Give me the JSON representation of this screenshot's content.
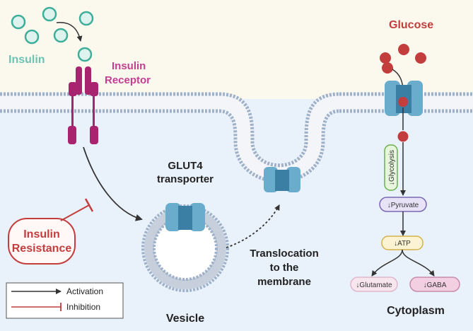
{
  "labels": {
    "insulin": "Insulin",
    "receptor_line1": "Insulin",
    "receptor_line2": "Receptor",
    "glucose": "Glucose",
    "glut4_line1": "GLUT4",
    "glut4_line2": "transporter",
    "vesicle": "Vesicle",
    "translocation_line1": "Translocation",
    "translocation_line2": "to the",
    "translocation_line3": "membrane",
    "resistance_line1": "Insulin",
    "resistance_line2": "Resistance",
    "cytoplasm": "Cytoplasm"
  },
  "pathway": {
    "glycolysis": "↓Glycolysis",
    "pyruvate": "↓Pyruvate",
    "atp": "↓ATP",
    "glutamate": "↓Glutamate",
    "gaba": "↓GABA"
  },
  "legend": {
    "activation": "Activation",
    "inhibition": "Inhibition"
  },
  "colors": {
    "extracellular": "#fbf9ee",
    "cytoplasm": "#e9f1fb",
    "membrane": "#9fb1c9",
    "insulin": "#3dae9a",
    "receptor": "#a8246f",
    "glucose": "#c43d3d",
    "transporter": "#5a9ec2",
    "resistance": "#c43d3d"
  }
}
